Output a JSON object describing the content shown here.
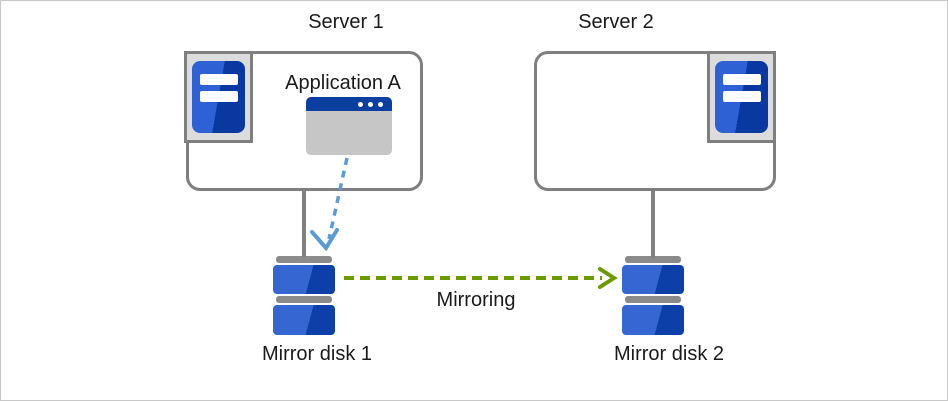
{
  "diagram": {
    "server1": {
      "title": "Server 1",
      "app_label": "Application A"
    },
    "server2": {
      "title": "Server 2"
    },
    "disk1": {
      "label": "Mirror disk 1"
    },
    "disk2": {
      "label": "Mirror disk 2"
    },
    "mirroring": {
      "label": "Mirroring"
    },
    "colors": {
      "text": "#1a1a1a",
      "box_border": "#7f7f7f",
      "connector_gray": "#808080",
      "icon_frame_bg": "#dcdcdc",
      "server_blue_light": "#2e61d4",
      "server_blue_dark": "#0a38a1",
      "disk_blue_light": "#3566d2",
      "disk_blue_dark": "#0d3fa9",
      "disk_cap_gray": "#8a8a8a",
      "app_titlebar_blue": "#0a3fa0",
      "app_body_gray": "#c6c6c6",
      "arrow_blue": "#5b9bd5",
      "arrow_green": "#6b9b00"
    }
  }
}
